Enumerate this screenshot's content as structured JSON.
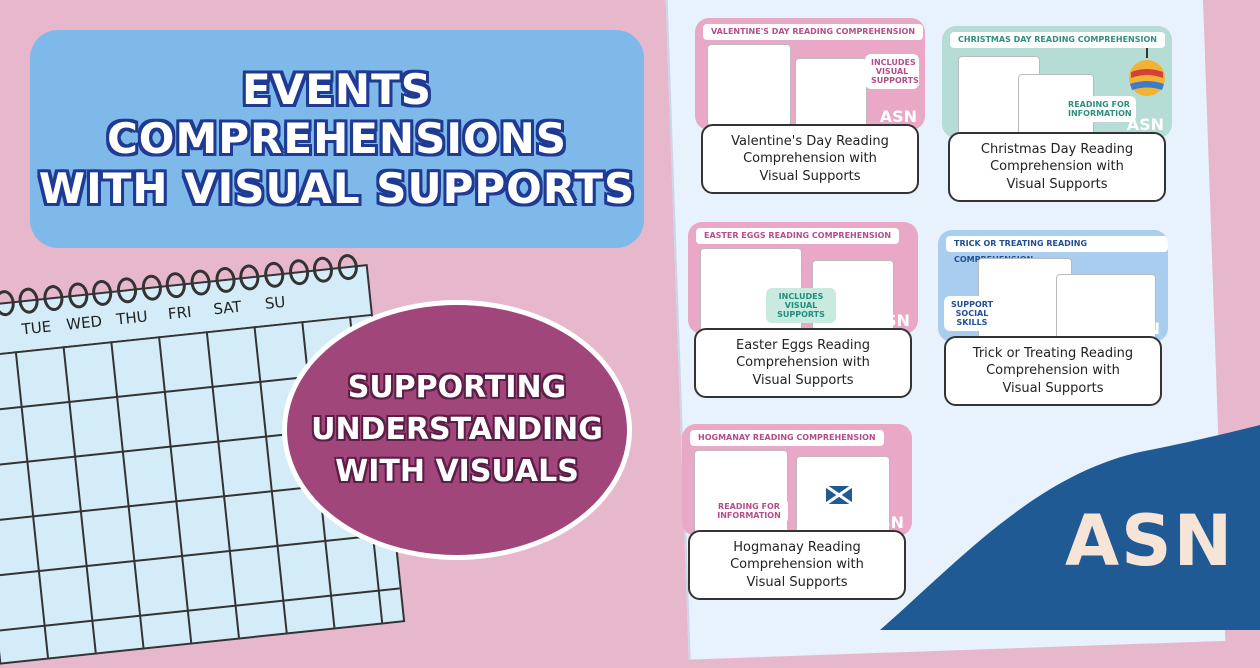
{
  "title": {
    "lines": [
      "EVENTS",
      "COMPREHENSIONS",
      "WITH VISUAL SUPPORTS"
    ]
  },
  "oval": {
    "lines": [
      "SUPPORTING",
      "UNDERSTANDING",
      "WITH VISUALS"
    ]
  },
  "calendar": {
    "days": [
      "N",
      "TUE",
      "WED",
      "THU",
      "FRI",
      "SAT",
      "SU"
    ]
  },
  "cards": [
    {
      "header": "VALENTINE'S DAY READING COMPREHENSION",
      "badge": "INCLUDES VISUAL SUPPORTS",
      "caption": [
        "Valentine's Day Reading",
        "Comprehension with",
        "Visual Supports"
      ],
      "color": "#e8a8c6",
      "accent": "#b44e88"
    },
    {
      "header": "CHRISTMAS DAY READING COMPREHENSION",
      "badge": "READING FOR INFORMATION",
      "caption": [
        "Christmas Day Reading",
        "Comprehension with",
        "Visual Supports"
      ],
      "color": "#b5ddd5",
      "accent": "#2f8f7c"
    },
    {
      "header": "EASTER EGGS READING COMPREHENSION",
      "badge": "INCLUDES VISUAL SUPPORTS",
      "caption": [
        "Easter Eggs Reading",
        "Comprehension with",
        "Visual Supports"
      ],
      "color": "#e8a8c6",
      "accent": "#1f8f7c"
    },
    {
      "header": "TRICK OR TREATING READING COMPREHENSION",
      "badge": "SUPPORT SOCIAL SKILLS",
      "caption": [
        "Trick or Treating Reading",
        "Comprehension with",
        "Visual Supports"
      ],
      "color": "#a9cdee",
      "accent": "#1f4f94"
    },
    {
      "header": "HOGMANAY READING COMPREHENSION",
      "badge": "READING FOR INFORMATION",
      "caption": [
        "Hogmanay Reading",
        "Comprehension with",
        "Visual Supports"
      ],
      "color": "#e8a8c6",
      "accent": "#b44e88"
    }
  ],
  "logo": {
    "thumb": "ASN",
    "brand": "ASN"
  },
  "colors": {
    "background": "#e7b8cc",
    "title_box": "#7fb9ea",
    "oval": "#a0467b",
    "wave": "#1f5a94"
  }
}
